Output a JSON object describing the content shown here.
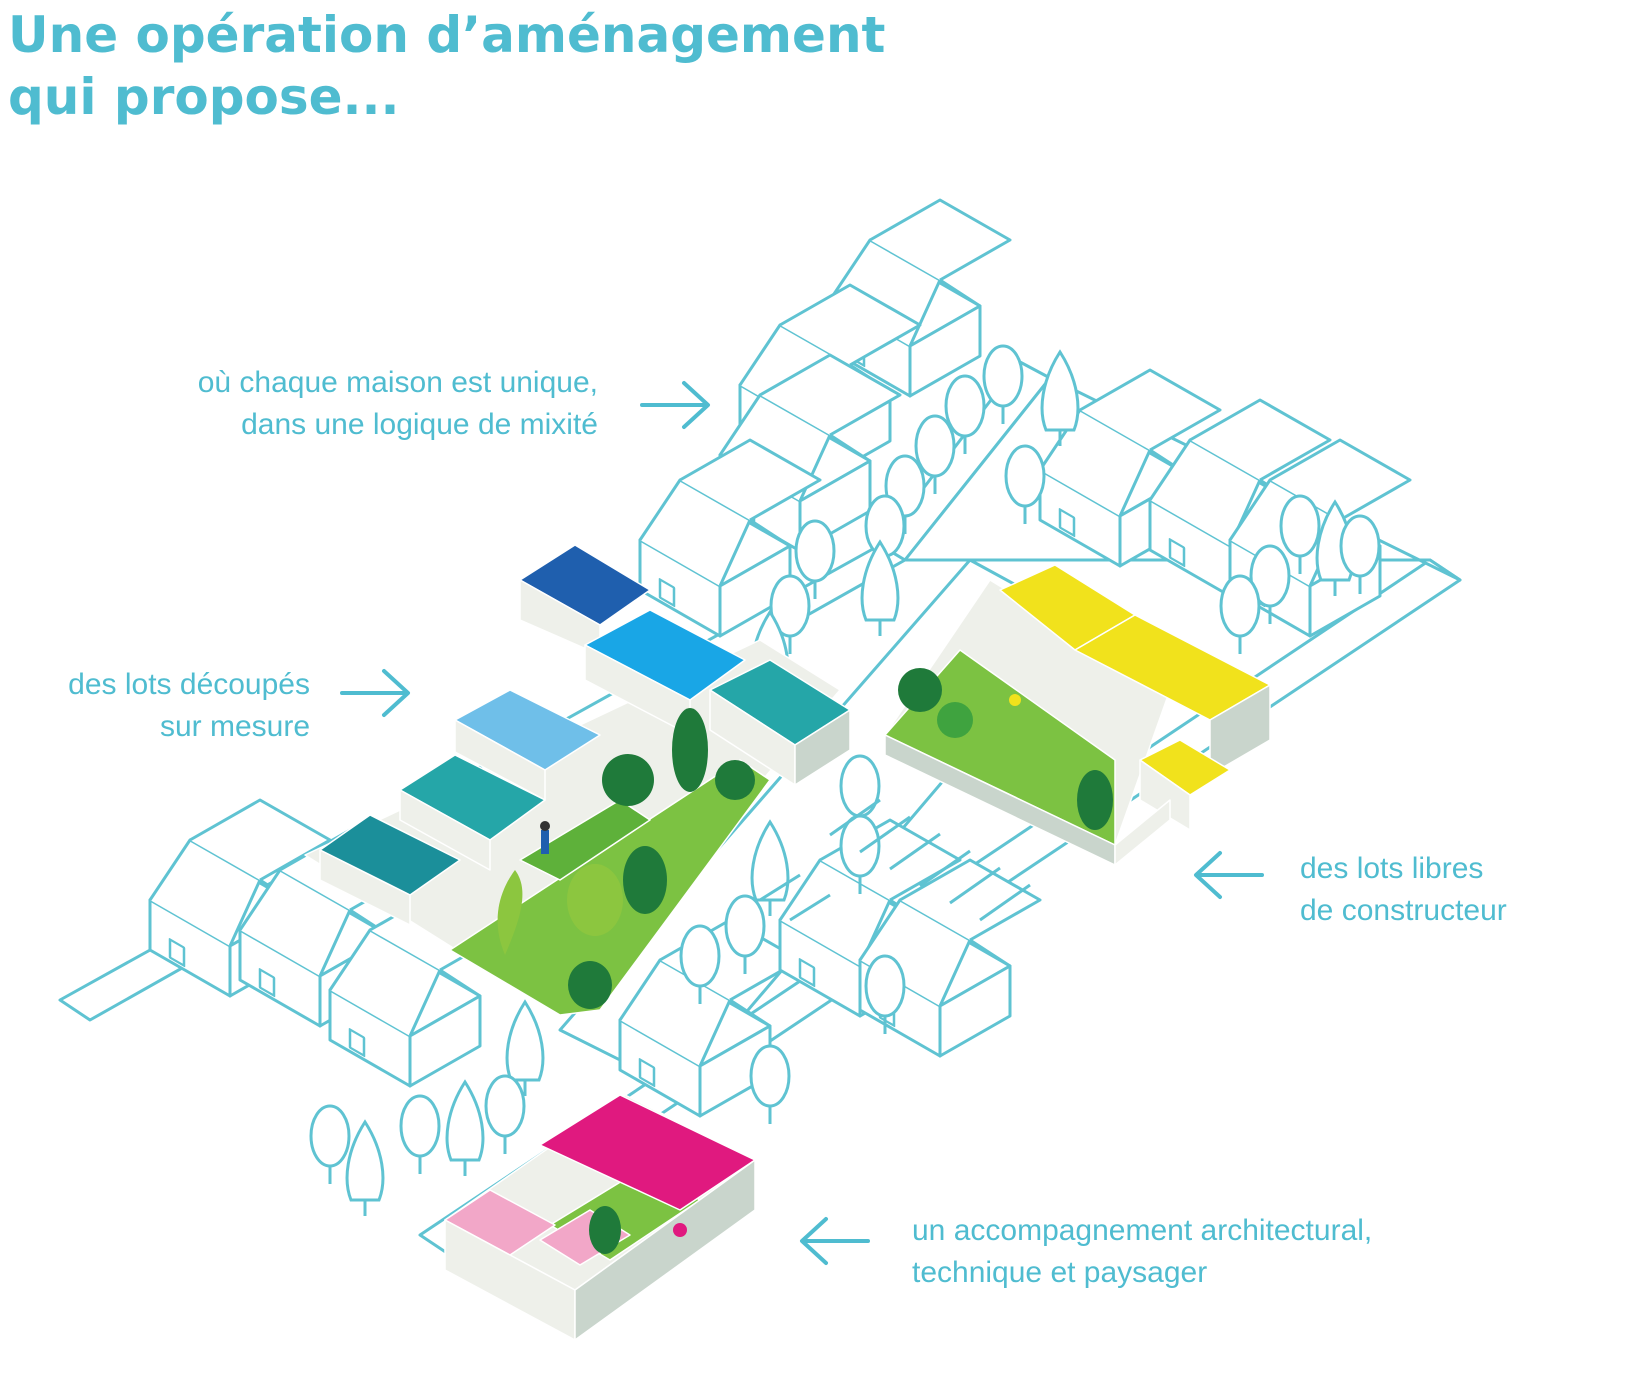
{
  "title": {
    "line1": "Une opération d’aménagement",
    "line2": "qui propose..."
  },
  "labels": {
    "unique": {
      "line1": "où chaque maison est unique,",
      "line2": "dans une logique de mixité"
    },
    "lots_decoupes": {
      "line1": "des lots découpés",
      "line2": "sur mesure"
    },
    "lots_libres": {
      "line1": "des lots libres",
      "line2": "de constructeur"
    },
    "accompagnement": {
      "line1": "un accompagnement architectural,",
      "line2": "technique et paysager"
    }
  },
  "colors": {
    "accent": "#4fbcd0",
    "outline": "#5fc3d2",
    "blue_dark": "#1f5fae",
    "blue_mid": "#1e88d6",
    "blue_bright": "#19a6e6",
    "blue_light": "#6fbfe9",
    "teal": "#25a6a8",
    "teal_dark": "#1b8f9a",
    "yellow": "#f1e21c",
    "magenta": "#e0197f",
    "pink": "#f2a7c8",
    "green_light": "#7cc242",
    "green_mid": "#3fa33f",
    "green_dark": "#1f7a3a",
    "wall": "#eef0ea",
    "wall_shade": "#c9d5cc"
  }
}
